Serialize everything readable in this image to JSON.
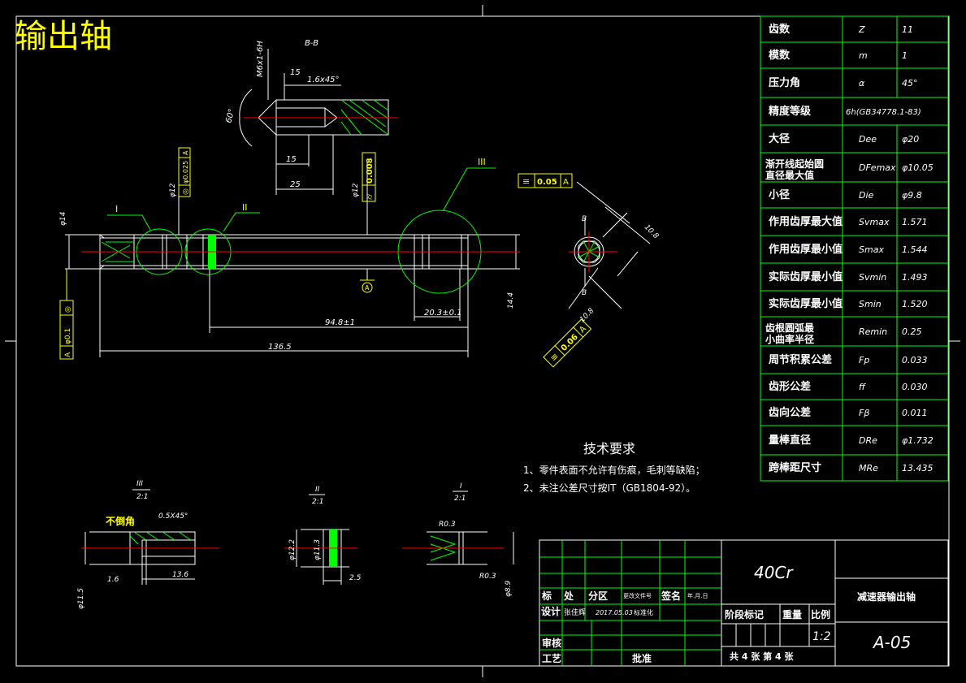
{
  "title": "输出轴",
  "section_label": "B-B",
  "detail_labels": {
    "I": "I",
    "II": "II",
    "III": "III"
  },
  "detail_views": [
    {
      "num": "III",
      "scale": "2:1"
    },
    {
      "num": "II",
      "scale": "2:1"
    },
    {
      "num": "I",
      "scale": "2:1"
    }
  ],
  "dimensions": {
    "m6": "M6x1-6H",
    "d15": "15",
    "chamfer": "1.6x45°",
    "a60": "60°",
    "d15b": "15",
    "d25": "25",
    "phi14": "φ14",
    "phi12a": "φ12",
    "phi12b": "φ12",
    "tol_round": "◎",
    "tol_round_val": "φ0.025",
    "tol_round_ref": "A",
    "tol_cyl": "⌭",
    "tol_cyl_val": "0.008",
    "tol_left_ref": "A",
    "tol_left_val": "φ0.1",
    "tol_left_sym": "◎",
    "datum": "A",
    "d94": "94.8±1",
    "d20": "20.3±0.1",
    "d136": "136.5",
    "d14": "14.4",
    "tol_top_sym": "≡",
    "tol_top_val": "0.05",
    "tol_top_ref": "A",
    "tol_bot_sym": "≡",
    "tol_bot_val": "0.06",
    "tol_bot_ref": "A",
    "d108a": "10.8",
    "d108b": "10.8",
    "bb_top": "B",
    "bb_bot": "B",
    "no_chamfer": "不倒角",
    "d05": "0.5X45°",
    "d16": "1.6",
    "d136b": "13.6",
    "phi11": "φ11.5",
    "phi122": "φ12.2",
    "phi113": "φ11.3",
    "d25b": "2.5",
    "r03a": "R0.3",
    "r03b": "R0.3",
    "phi89": "φ8.9"
  },
  "params_table": [
    {
      "name": "齿数",
      "sym": "Z",
      "val": "11"
    },
    {
      "name": "模数",
      "sym": "m",
      "val": "1"
    },
    {
      "name": "压力角",
      "sym": "α",
      "val": "45°"
    },
    {
      "name": "精度等级",
      "sym": "6h(GB34778.1-83)",
      "val": ""
    },
    {
      "name": "大径",
      "sym": "Dee",
      "val": "φ20"
    },
    {
      "name": "渐开线起始圆直径最大值",
      "sym": "DFemax",
      "val": "φ10.05"
    },
    {
      "name": "小径",
      "sym": "Die",
      "val": "φ9.8"
    },
    {
      "name": "作用齿厚最大值",
      "sym": "Svmax",
      "val": "1.571"
    },
    {
      "name": "作用齿厚最小值",
      "sym": "Smax",
      "val": "1.544"
    },
    {
      "name": "实际齿厚最小值",
      "sym": "Svmin",
      "val": "1.493"
    },
    {
      "name": "实际齿厚最小值",
      "sym": "Smin",
      "val": "1.520"
    },
    {
      "name": "齿根圆弧最小曲率半径",
      "sym": "Remin",
      "val": "0.25"
    },
    {
      "name": "周节积累公差",
      "sym": "Fp",
      "val": "0.033"
    },
    {
      "name": "齿形公差",
      "sym": "ff",
      "val": "0.030"
    },
    {
      "name": "齿向公差",
      "sym": "Fβ",
      "val": "0.011"
    },
    {
      "name": "量棒直径",
      "sym": "DRe",
      "val": "φ1.732"
    },
    {
      "name": "跨棒距尺寸",
      "sym": "MRe",
      "val": "13.435"
    }
  ],
  "tech_req": {
    "heading": "技术要求",
    "items": [
      "1、零件表面不允许有伤痕，毛刺等缺陷；",
      "2、未注公差尺寸按IT（GB1804-92）。"
    ]
  },
  "title_block": {
    "material": "40Cr",
    "part_name": "减速器输出轴",
    "drawing_no": "A-05",
    "scale_label": "比例",
    "scale": "1:2",
    "weight_label": "重量",
    "stage_label": "阶段标记",
    "sheets": "共 4 张  第 4 张",
    "biao": "标",
    "chu": "处",
    "fenqu": "分区",
    "doc_no": "更改文件号",
    "sign": "签名",
    "date_label": "年.月.日",
    "design": "设计",
    "designer": "张佳辉",
    "design_date": "2017.05.03",
    "std": "标准化",
    "review": "审核",
    "craft": "工艺",
    "approve": "批准"
  }
}
